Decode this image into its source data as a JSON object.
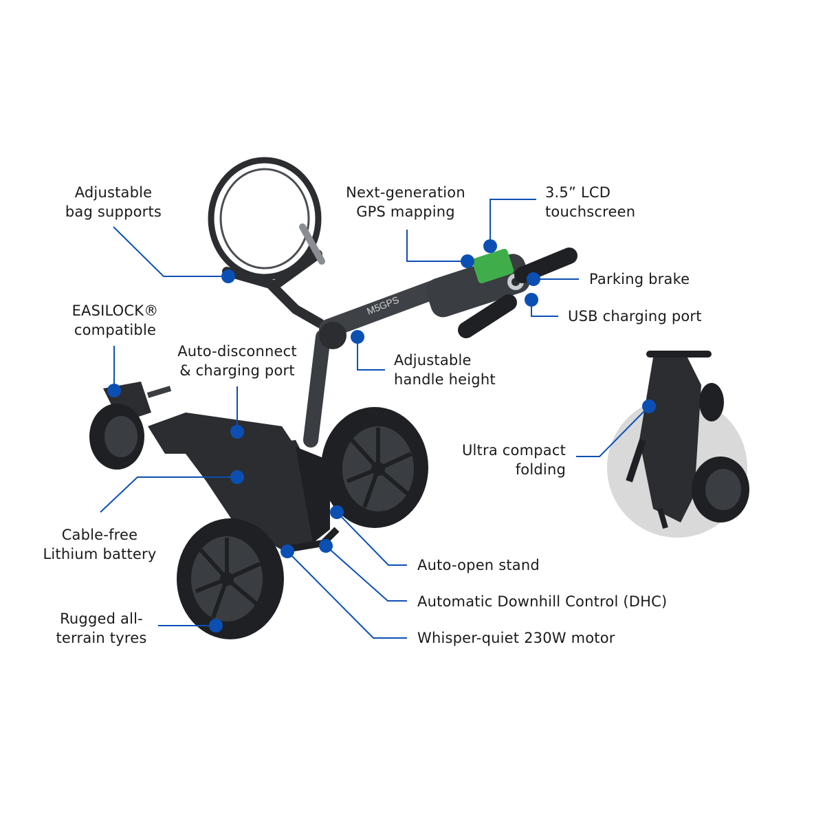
{
  "colors": {
    "accent": "#0b4fb3",
    "text": "#1a1a1a",
    "body": "#2b2d30",
    "wheel": "#1e2023",
    "screen": "#3fae4a",
    "halo": "#d9d9d9"
  },
  "callouts": {
    "bag_supports": [
      "Adjustable",
      "bag supports"
    ],
    "gps_mapping": [
      "Next-generation",
      "GPS mapping"
    ],
    "lcd": [
      "3.5” LCD",
      "touchscreen"
    ],
    "parking_brake": [
      "Parking brake"
    ],
    "usb": [
      "USB charging port"
    ],
    "easilock": [
      "EASILOCK®",
      "compatible"
    ],
    "auto_disconnect": [
      "Auto-disconnect",
      "& charging port"
    ],
    "handle_height": [
      "Adjustable",
      "handle height"
    ],
    "compact": [
      "Ultra compact",
      "folding"
    ],
    "battery": [
      "Cable-free",
      "Lithium battery"
    ],
    "stand": [
      "Auto-open stand"
    ],
    "dhc": [
      "Automatic Downhill Control (DHC)"
    ],
    "tyres": [
      "Rugged all-",
      "terrain tyres"
    ],
    "motor": [
      "Whisper-quiet 230W motor"
    ]
  },
  "product": {
    "handle_brand": "M5GPS"
  }
}
